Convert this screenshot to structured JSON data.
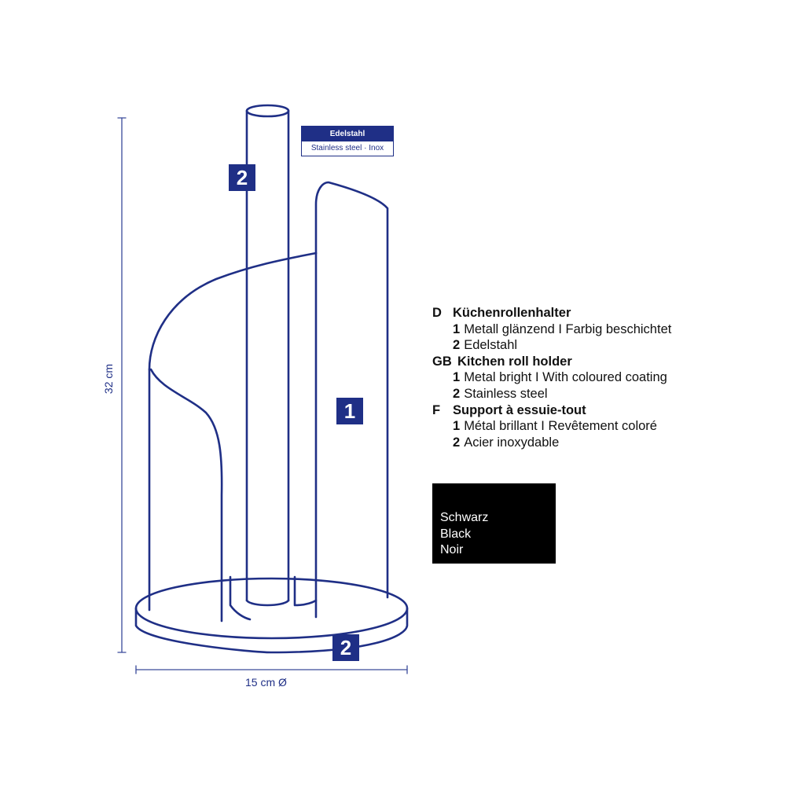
{
  "dimensions": {
    "height_label": "32 cm",
    "diameter_label": "15 cm Ø"
  },
  "material_tag": {
    "title": "Edelstahl",
    "subtitle": "Stainless steel · Inox"
  },
  "callouts": {
    "rod": "2",
    "body": "1",
    "base": "2"
  },
  "legend": [
    {
      "code": "D",
      "title": "Küchenrollenhalter",
      "items": [
        {
          "num": "1",
          "text": "Metall glänzend I Farbig beschichtet"
        },
        {
          "num": "2",
          "text": "Edelstahl"
        }
      ]
    },
    {
      "code": "GB",
      "title": "Kitchen roll holder",
      "items": [
        {
          "num": "1",
          "text": "Metal bright I With coloured coating"
        },
        {
          "num": "2",
          "text": "Stainless steel"
        }
      ]
    },
    {
      "code": "F",
      "title": "Support à essuie-tout",
      "items": [
        {
          "num": "1",
          "text": "Métal brillant I Revêtement coloré"
        },
        {
          "num": "2",
          "text": "Acier inoxydable"
        }
      ]
    }
  ],
  "color_swatch": {
    "color": "#000000",
    "names": [
      "Schwarz",
      "Black",
      "Noir"
    ]
  },
  "colors": {
    "line": "#1f2f86",
    "dimension": "#3a4a9a"
  }
}
